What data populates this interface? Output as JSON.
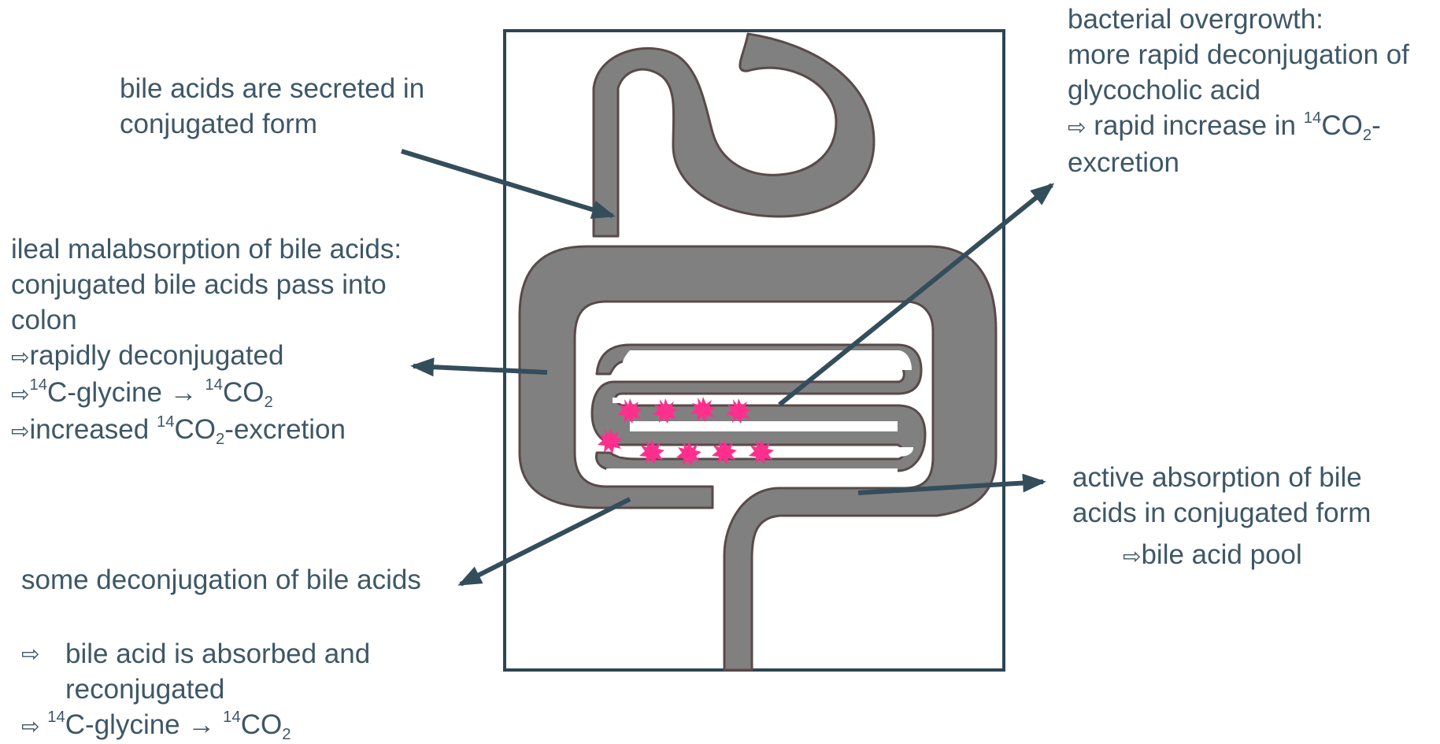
{
  "labels": {
    "secreted": {
      "line1": "bile acids are secreted in",
      "line2": "conjugated form"
    },
    "ileal": {
      "line1": "ileal malabsorption of bile acids:",
      "line2": "conjugated bile acids pass into",
      "line3": "colon",
      "line4": "rapidly deconjugated",
      "line5_a": "C-glycine",
      "line5_arrow": "→",
      "line5_co": "CO",
      "line6_a": "increased ",
      "line6_co": "CO",
      "line6_b": "-excretion",
      "sup": "14",
      "sub": "2"
    },
    "deconj": {
      "line1": "some deconjugation of bile acids"
    },
    "absorbed": {
      "line1": "bile acid is absorbed and",
      "line2": "reconjugated",
      "line3_a": "C-glycine",
      "line3_arrow": "→",
      "line3_co": "CO",
      "sup": "14",
      "sub": "2"
    },
    "overgrowth": {
      "line1": "bacterial overgrowth:",
      "line2": "more rapid deconjugation of",
      "line3": "glycocholic acid",
      "line4_a": "rapid increase in ",
      "line4_co": "CO",
      "line4_b": "-",
      "line5": "excretion",
      "sup": "14",
      "sub": "2"
    },
    "active": {
      "line1": "active absorption of bile",
      "line2": "acids in conjugated form",
      "line3": "bile acid pool"
    }
  },
  "bullet_glyph": "⇨",
  "colors": {
    "text": "#3e5766",
    "arrows": "#344d5b",
    "frame": "#2d4553",
    "intestine": "#808080",
    "bacteria": "#ff2f8e"
  },
  "icons": [
    "arrow-right-icon",
    "bacteria-icon"
  ]
}
